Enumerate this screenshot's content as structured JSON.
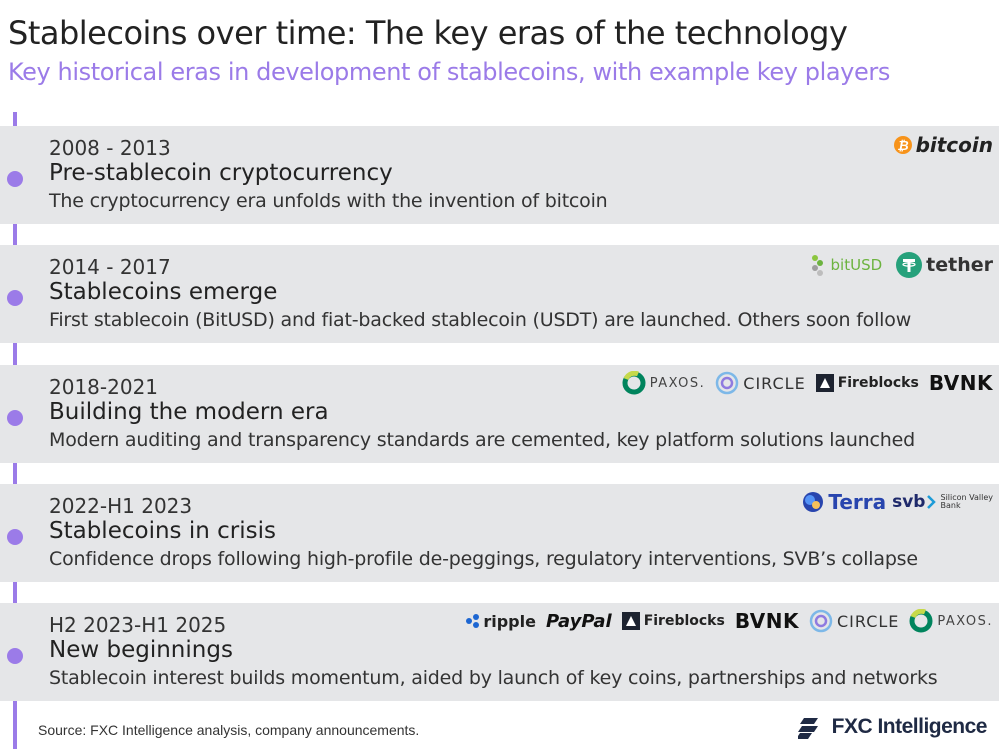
{
  "header": {
    "title": "Stablecoins over time: The key eras of the technology",
    "subtitle": "Key historical eras in development of stablecoins, with example key players"
  },
  "eras": [
    {
      "period": "2008 - 2013",
      "name": "Pre-stablecoin cryptocurrency",
      "description": "The cryptocurrency era unfolds with the invention of bitcoin",
      "logos": [
        "bitcoin"
      ]
    },
    {
      "period": "2014 - 2017",
      "name": "Stablecoins emerge",
      "description": "First stablecoin (BitUSD) and fiat-backed stablecoin (USDT) are launched. Others soon follow",
      "logos": [
        "bitUSD",
        "tether"
      ]
    },
    {
      "period": "2018-2021",
      "name": "Building the modern era",
      "description": "Modern auditing and transparency standards are cemented, key platform solutions launched",
      "logos": [
        "PAXOS.",
        "CIRCLE",
        "Fireblocks",
        "BVNK"
      ]
    },
    {
      "period": "2022-H1 2023",
      "name": "Stablecoins in crisis",
      "description": "Confidence drops following high-profile de-peggings, regulatory interventions, SVB’s collapse",
      "logos": [
        "Terra",
        "svb",
        "Silicon Valley",
        "Bank"
      ]
    },
    {
      "period": "H2 2023-H1 2025",
      "name": "New beginnings",
      "description": "Stablecoin interest builds momentum, aided by launch of key coins, partnerships and networks",
      "logos": [
        "ripple",
        "PayPal",
        "Fireblocks",
        "BVNK",
        "CIRCLE",
        "PAXOS."
      ]
    }
  ],
  "footer": {
    "source": "Source: FXC Intelligence analysis, company announcements.",
    "brand": "FXC Intelligence"
  },
  "colors": {
    "accent": "#9b7be8",
    "band": "#e5e6e8",
    "bitcoin": "#f7931a",
    "tether": "#26a17b",
    "terra": "#2845ae",
    "circle": "#6a8fe0",
    "paxos": "#00845d"
  }
}
